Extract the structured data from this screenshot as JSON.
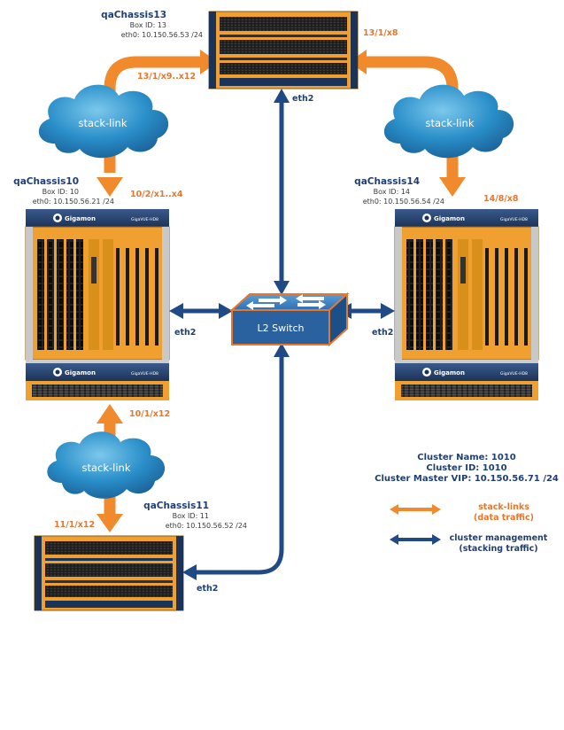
{
  "chassis": {
    "c13": {
      "name": "qaChassis13",
      "box_id": "Box ID: 13",
      "eth0": "eth0: 10.150.56.53 /24"
    },
    "c10": {
      "name": "qaChassis10",
      "box_id": "Box ID: 10",
      "eth0": "eth0: 10.150.56.21 /24"
    },
    "c14": {
      "name": "qaChassis14",
      "box_id": "Box ID: 14",
      "eth0": "eth0: 10.150.56.54 /24"
    },
    "c11": {
      "name": "qaChassis11",
      "box_id": "Box ID: 11",
      "eth0": "eth0: 10.150.56.52 /24"
    }
  },
  "brand": "Gigamon",
  "model": "GigaVUE-HD8",
  "ports": {
    "p13_left": "13/1/x9..x12",
    "p13_right": "13/1/x8",
    "p10_top": "10/2/x1..x4",
    "p14": "14/8/x8",
    "p10_bottom": "10/1/x12",
    "p11": "11/1/x12"
  },
  "clouds": {
    "label": "stack-link"
  },
  "switch": {
    "label": "L2 Switch"
  },
  "eth_labels": {
    "top": "eth2",
    "left": "eth2",
    "right": "eth2",
    "bottom": "eth2"
  },
  "cluster": {
    "name": "Cluster Name: 1010",
    "id": "Cluster ID: 1010",
    "vip": "Cluster Master VIP: 10.150.56.71 /24"
  },
  "legend": {
    "stack_line1": "stack-links",
    "stack_line2": "(data traffic)",
    "mgmt_line1": "cluster management",
    "mgmt_line2": "(stacking traffic)"
  },
  "colors": {
    "orange": "#f08a2c",
    "navy": "#1f4a85",
    "cloud": "#2a8fc9",
    "chassis": "#f0a030"
  }
}
